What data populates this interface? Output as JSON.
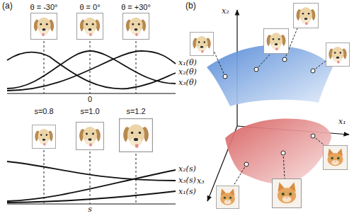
{
  "diagram": {
    "labels": [
      "(a)",
      "θ = -30°",
      "θ = 0°",
      "θ = +30°",
      "x₁(θ)",
      "x₂(θ)",
      "x₃(θ)",
      "0",
      "s=0.8",
      "s=1.0",
      "s=1.2",
      "x₂(s)",
      "x₃(s)",
      "x₁(s)",
      "s",
      "(b)",
      "x₂",
      "x₁",
      "x₃"
    ]
  }
}
